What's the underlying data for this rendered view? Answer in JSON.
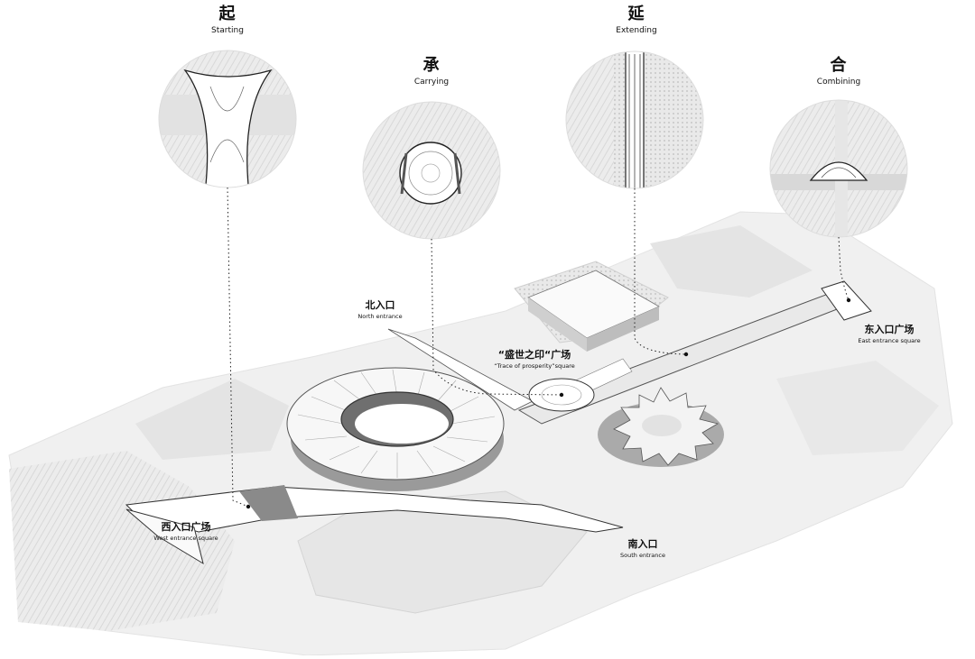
{
  "concepts": [
    {
      "zh": "起",
      "en": "Starting"
    },
    {
      "zh": "承",
      "en": "Carrying"
    },
    {
      "zh": "延",
      "en": "Extending"
    },
    {
      "zh": "合",
      "en": "Combining"
    }
  ],
  "places": {
    "north": {
      "zh": "北入口",
      "en": "North entrance"
    },
    "plaza": {
      "zh": "“盛世之印“广场",
      "en": "“Trace of prosperity”square"
    },
    "east": {
      "zh": "东入口广场",
      "en": "East entrance square"
    },
    "west": {
      "zh": "西入口广场",
      "en": "West entrance square"
    },
    "south": {
      "zh": "南入口",
      "en": "South entrance"
    }
  }
}
